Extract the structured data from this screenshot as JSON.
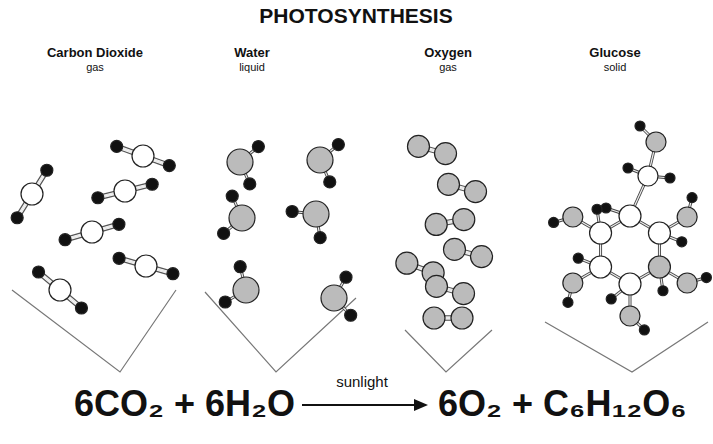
{
  "diagram": {
    "title": "PHOTOSYNTHESIS",
    "labels": [
      "Carbon Dioxide",
      "gas",
      "Water",
      "liquid",
      "Oxygen",
      "gas",
      "Glucose",
      "solid",
      "6CO₂ + 6H₂O",
      "sunlight",
      "6O₂ + C₆H₁₂O₆"
    ]
  }
}
